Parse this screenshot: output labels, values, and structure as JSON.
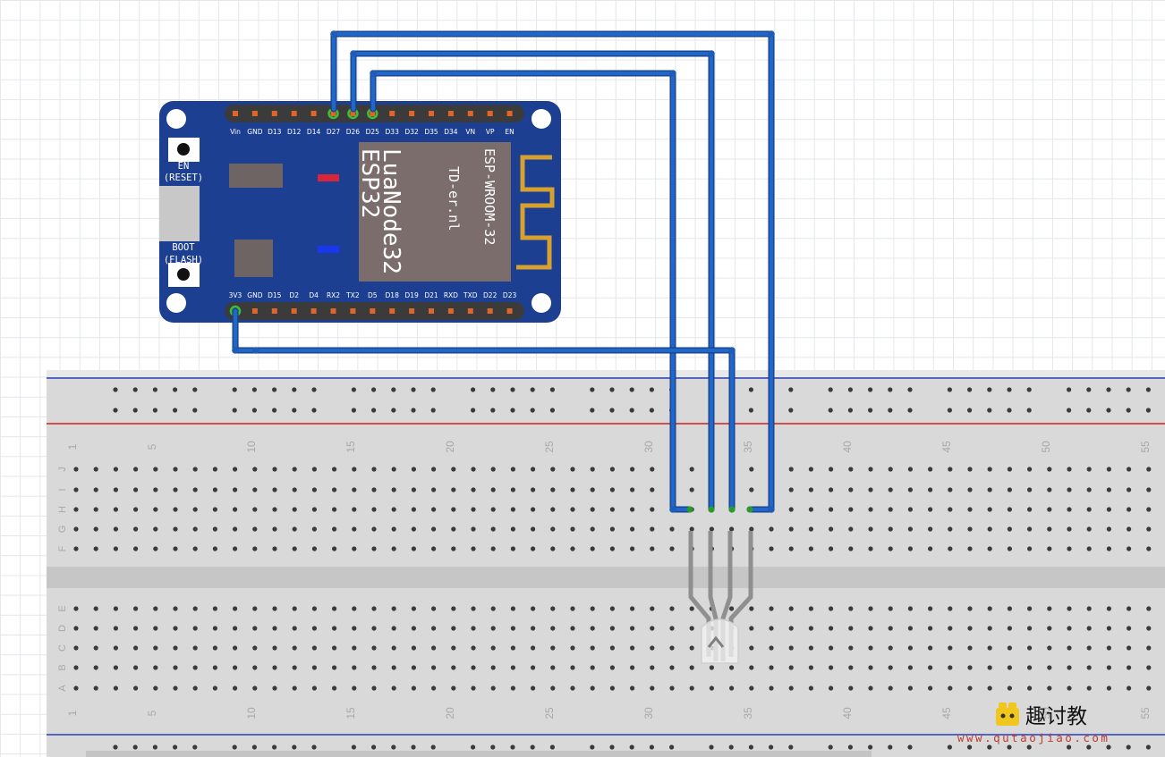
{
  "board": {
    "top_pins": [
      "Vin",
      "GND",
      "D13",
      "D12",
      "D14",
      "D27",
      "D26",
      "D25",
      "D33",
      "D32",
      "D35",
      "D34",
      "VN",
      "VP",
      "EN"
    ],
    "bottom_pins": [
      "3V3",
      "GND",
      "D15",
      "D2",
      "D4",
      "RX2",
      "TX2",
      "D5",
      "D18",
      "D19",
      "D21",
      "RXD",
      "TXD",
      "D22",
      "D23"
    ],
    "en_button_label": [
      "EN",
      "(RESET)"
    ],
    "boot_button_label": [
      "BOOT",
      "(FLASH)"
    ],
    "chip_lines": [
      "LuaNode32",
      "ESP32",
      "TD-er.nl",
      "ESP-WROOM-32"
    ],
    "colors": {
      "pcb": "#1d3f92",
      "chip": "#7a6d6b",
      "antenna": "#d6a12f",
      "led_red": "#d9253a",
      "led_blue": "#1837ee"
    }
  },
  "breadboard": {
    "column_numbers": [
      "1",
      "5",
      "10",
      "15",
      "20",
      "25",
      "30",
      "35",
      "40",
      "45",
      "50",
      "55"
    ],
    "top_rows": [
      "J",
      "I",
      "H",
      "G",
      "F"
    ],
    "bottom_rows": [
      "E",
      "D",
      "C",
      "B",
      "A"
    ],
    "colors": {
      "body": "#d7d7d7",
      "rail_red": "#d02020",
      "rail_blue": "#2a3fb8",
      "wire": "#1f5fbf"
    }
  },
  "watermark": {
    "brand": "趣讨教",
    "url": "www.qutaojiao.com"
  }
}
